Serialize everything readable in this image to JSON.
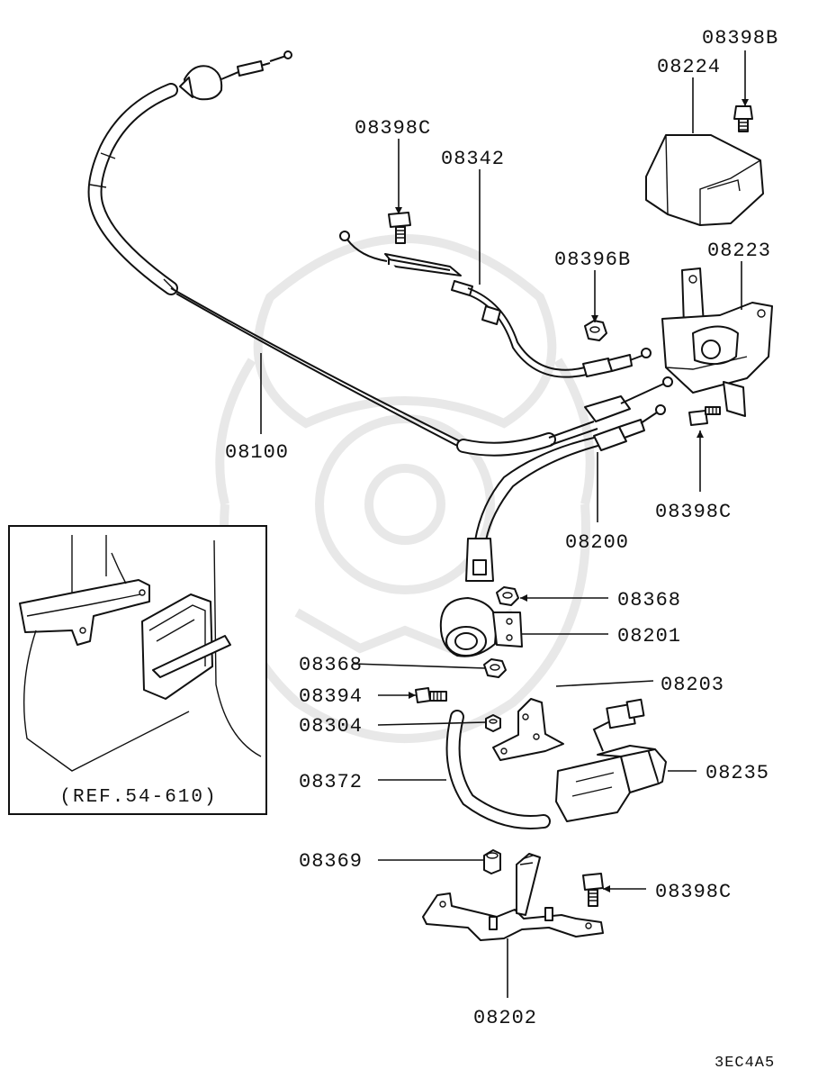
{
  "parts": {
    "p08398B": "08398B",
    "p08224": "08224",
    "p08398C_top": "08398C",
    "p08342": "08342",
    "p08223": "08223",
    "p08396B": "08396B",
    "p08100": "08100",
    "p08398C_right": "08398C",
    "p08200": "08200",
    "p08368_right": "08368",
    "p08201": "08201",
    "p08368_left": "08368",
    "p08203": "08203",
    "p08394": "08394",
    "p08304": "08304",
    "p08235": "08235",
    "p08372": "08372",
    "p08369": "08369",
    "p08398C_bottom": "08398C",
    "p08202": "08202"
  },
  "inset": {
    "reference": "(REF.54-610)"
  },
  "diagram_code": "3EC4A5"
}
